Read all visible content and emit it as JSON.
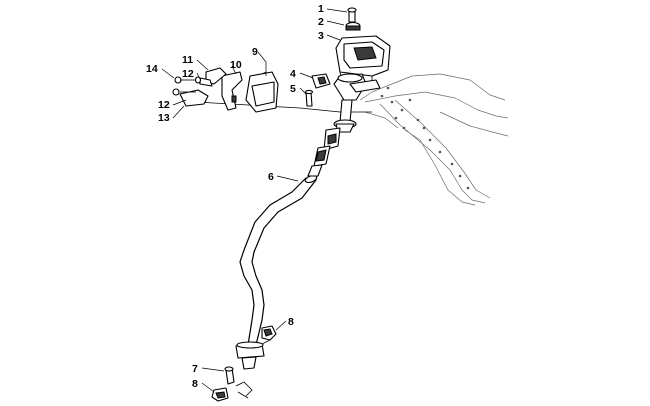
{
  "callouts": [
    {
      "id": "1",
      "label": "1"
    },
    {
      "id": "2",
      "label": "2"
    },
    {
      "id": "3",
      "label": "3"
    },
    {
      "id": "4",
      "label": "4"
    },
    {
      "id": "5",
      "label": "5"
    },
    {
      "id": "6",
      "label": "6"
    },
    {
      "id": "7",
      "label": "7"
    },
    {
      "id": "8a",
      "label": "8"
    },
    {
      "id": "8b",
      "label": "8"
    },
    {
      "id": "9",
      "label": "9"
    },
    {
      "id": "10",
      "label": "10"
    },
    {
      "id": "11",
      "label": "11"
    },
    {
      "id": "12a",
      "label": "12"
    },
    {
      "id": "12b",
      "label": "12"
    },
    {
      "id": "13",
      "label": "13"
    },
    {
      "id": "14",
      "label": "14"
    }
  ]
}
